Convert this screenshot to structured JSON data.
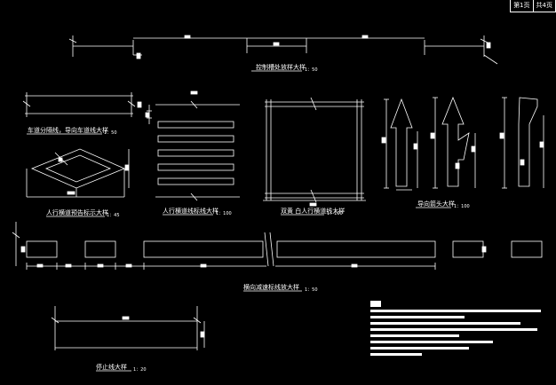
{
  "title_block": {
    "sheet": "第1页",
    "total": "共4页"
  },
  "captions": {
    "a": "控制槽处放样大样",
    "a_scale": "1：50",
    "b": "车道分隔线，导向车道线大样",
    "b_scale": "1：50",
    "c": "人行横道预告标示大样",
    "c_scale": "1：45",
    "d": "人行横道线标线大样",
    "d_scale": "1：100",
    "e": "双黄 白人行横道线大样",
    "e_scale": "1：100",
    "f": "导向箭头大样",
    "f_scale": "1：100",
    "g": "横向减速标线放大样",
    "g_scale": "1：50",
    "h": "停止线大样",
    "h_scale": "1：20"
  },
  "colors": {
    "background": "#000000",
    "line": "#ffffff"
  }
}
